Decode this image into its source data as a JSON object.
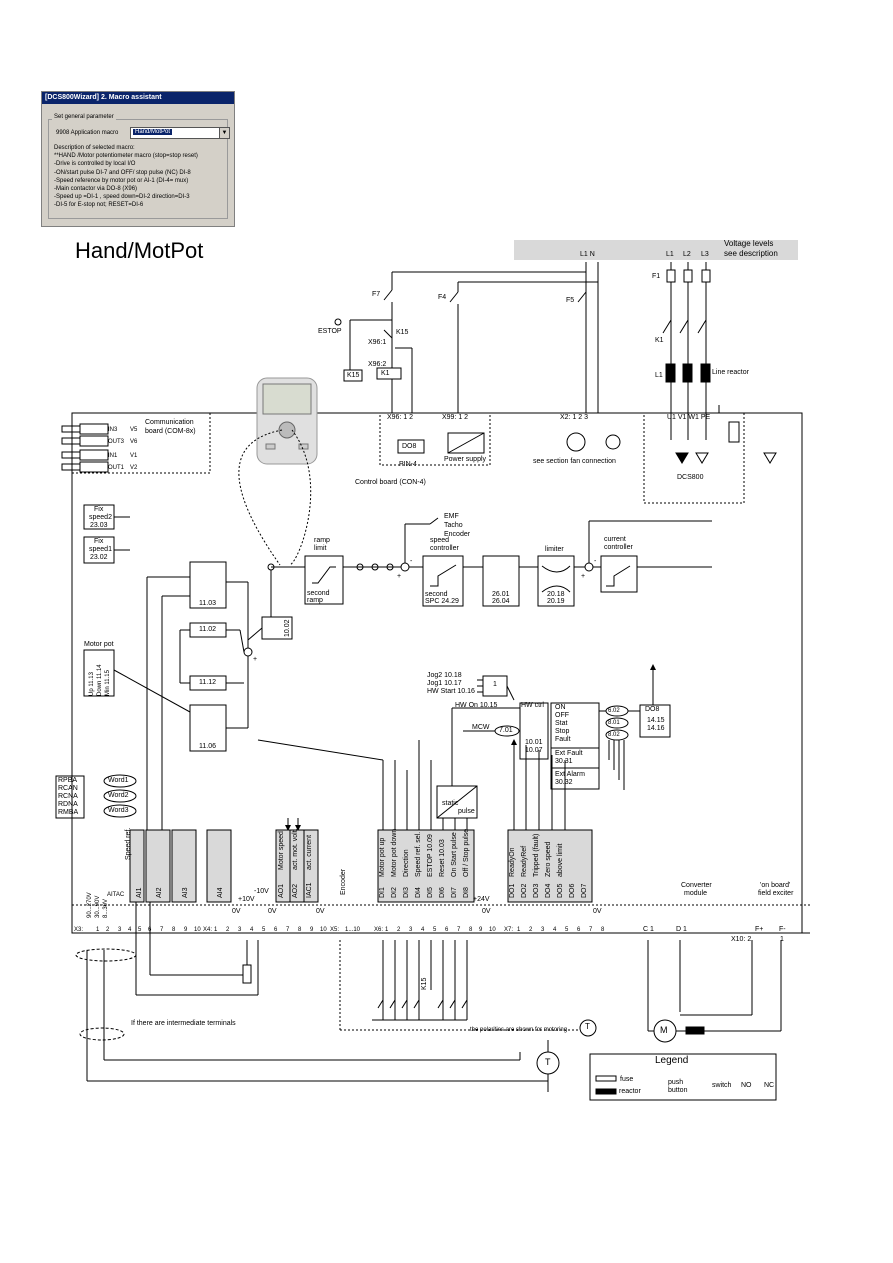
{
  "wizard": {
    "title": "[DCS800Wizard] 2. Macro assistant",
    "group_label": "Set general parameter",
    "param_label": "9908 Application macro",
    "param_value": "Hand/MotPot",
    "desc_title": "Description of selected macro:",
    "desc_lines": [
      "**HAND /Motor potentiometer macro (stop=stop reset)",
      "-Drive is controlled by local I/O",
      "-ON/start pulse DI-7 and OFF/ stop pulse (NC) DI-8",
      "-Speed reference by motor pot or AI-1 (DI-4= mux)",
      "-Main contactor via DO-8 (X96)",
      "-Speed up =DI-1 , speed down=DI-2 direction=DI-3",
      "-DI-5 for E-stop not; RESET=DI-6"
    ]
  },
  "title": "Hand/MotPot",
  "voltage_note": [
    "Voltage levels",
    "see description"
  ],
  "supply": {
    "l1n": "L1 N",
    "phases": [
      "L1",
      "L2",
      "L3"
    ],
    "fuses": [
      "F7",
      "F4",
      "F5",
      "F1"
    ],
    "estop": "ESTOP",
    "k15": "K15",
    "k1": "K1",
    "x96_1": "X96:1",
    "x96_2": "X96:2",
    "line_reactor": "Line reactor",
    "l1_reactor": "L1"
  },
  "control_board": {
    "title": "Control board (CON-4)",
    "comm_board": [
      "Communication",
      "board (COM-8x)"
    ],
    "comm_ports": [
      "IN3",
      "OUT3",
      "IN1",
      "OUT1"
    ],
    "comm_v": [
      "V5",
      "V6",
      "V1",
      "V2"
    ],
    "pin4": "PIN-4",
    "do8": "DO8",
    "power_supply": "Power supply",
    "x96": "X96: 1   2",
    "x99": "X99: 1   2",
    "x2": "X2: 1   2   3",
    "fan_note": "see section fan connection",
    "dcs800": "DCS800",
    "u1v1w1": "U1   V1   W1 PE"
  },
  "blocks": {
    "fix2": [
      "Fix",
      "speed2",
      "23.03"
    ],
    "fix1": [
      "Fix",
      "speed1",
      "23.02"
    ],
    "motor_pot": "Motor pot",
    "motor_pot_params": [
      "Up 11.13",
      "Down 11.14",
      "Min 11.15"
    ],
    "sel1103": "11.03",
    "p1102": "11.02",
    "p1112": "11.12",
    "sel1106": "11.06",
    "p1002": "10.02",
    "ramp": [
      "ramp",
      "limit"
    ],
    "second_ramp": [
      "second",
      "ramp"
    ],
    "feedback": [
      "EMF",
      "Tacho",
      "Encoder"
    ],
    "speed_ctrl": [
      "speed",
      "controller"
    ],
    "spc_second": [
      "second",
      "SPC 24.29"
    ],
    "sel2601": [
      "26.01",
      "26.04"
    ],
    "limiter": "limiter",
    "lim_params": [
      "20.18",
      "20.19"
    ],
    "current_ctrl": [
      "current",
      "controller"
    ],
    "jog": [
      "Jog2 10.18",
      "Jog1 10.17",
      "HW Start 10.16"
    ],
    "hw_on": "HW On 10.15",
    "hw_ctrl": "HW ctrl",
    "mcw": "MCW",
    "p701": "7.01",
    "p1001": [
      "10.01",
      "10.07"
    ],
    "state": [
      "ON",
      "OFF",
      "Stat",
      "Stop",
      "Fault"
    ],
    "ext_fault": [
      "Ext Fault",
      "30.31"
    ],
    "ext_alarm": [
      "Ext Alarm",
      "30.32"
    ],
    "p602": "6.02",
    "p801": "8.01",
    "p602b": "8.02",
    "do8_box": [
      "DO8",
      "14.15",
      "14.16"
    ],
    "static_pulse": [
      "static",
      "pulse"
    ],
    "words_src": [
      "RPBA",
      "RCAN",
      "RCNA",
      "RDNA",
      "RMBA"
    ],
    "words": [
      "Word1",
      "Word2",
      "Word3"
    ],
    "one": "1",
    "plus": "+",
    "minus": "-"
  },
  "io": {
    "ai": [
      "AI1",
      "AI2",
      "AI3",
      "AI4"
    ],
    "ai1_signal": "Speed ref.",
    "ao": [
      "AO1",
      "AO2",
      "IAC1"
    ],
    "ao_signals": [
      "Motor speed",
      "act. mot. volt.",
      "act. current"
    ],
    "encoder": "Encoder",
    "di": [
      "DI1",
      "DI2",
      "DI3",
      "DI4",
      "DI5",
      "DI6",
      "DI7",
      "DI8"
    ],
    "di_signals": [
      "Motor pot up",
      "Motor pot down",
      "Direction",
      "Speed ref. sel.",
      "ESTOP 10.09",
      "Reset 10.03",
      "On Start pulse",
      "Off / Stop pulse"
    ],
    "do": [
      "DO1",
      "DO2",
      "DO3",
      "DO4",
      "DO5",
      "DO6",
      "DO7"
    ],
    "do_signals": [
      "ReadyOn",
      "ReadyRef",
      "Tripped (fault)",
      "Zero speed",
      "above limit"
    ],
    "terminals_x3": [
      "X3:",
      "1",
      "2",
      "3",
      "4",
      "5",
      "6",
      "7",
      "8",
      "9",
      "10"
    ],
    "terminals_x4": [
      "X4:",
      "1",
      "2",
      "3",
      "4",
      "5",
      "6",
      "7",
      "8",
      "9",
      "10"
    ],
    "terminals_x5": [
      "X5:",
      "1...10"
    ],
    "terminals_x6": [
      "X6:",
      "1",
      "2",
      "3",
      "4",
      "5",
      "6",
      "7",
      "8",
      "9",
      "10"
    ],
    "terminals_x7": [
      "X7:",
      "1",
      "2",
      "3",
      "4",
      "5",
      "6",
      "7",
      "8"
    ],
    "tacho_range": [
      "90...270V",
      "30...90V",
      "8...30V"
    ],
    "aitac": "AITAC",
    "ov": "0V",
    "p10v": "+10V",
    "m10v": "-10V",
    "p24v": "+24V",
    "converter_module": [
      "Converter",
      "module"
    ],
    "field_exciter": [
      "'on board'",
      "field exciter"
    ],
    "c1": "C 1",
    "d1": "D 1",
    "x10": "X10:  2",
    "fplus": "F+",
    "fminus": "F-",
    "one": "1",
    "k15": "K15",
    "intermediate": "If there are intermediate terminals",
    "polarity": "the polarities are shown for motoring",
    "motor": "M",
    "tacho": "T"
  },
  "legend": {
    "title": "Legend",
    "fuse": "fuse",
    "reactor": "reactor",
    "push": [
      "push",
      "button"
    ],
    "switch": "switch",
    "no": "NO",
    "nc": "NC"
  }
}
